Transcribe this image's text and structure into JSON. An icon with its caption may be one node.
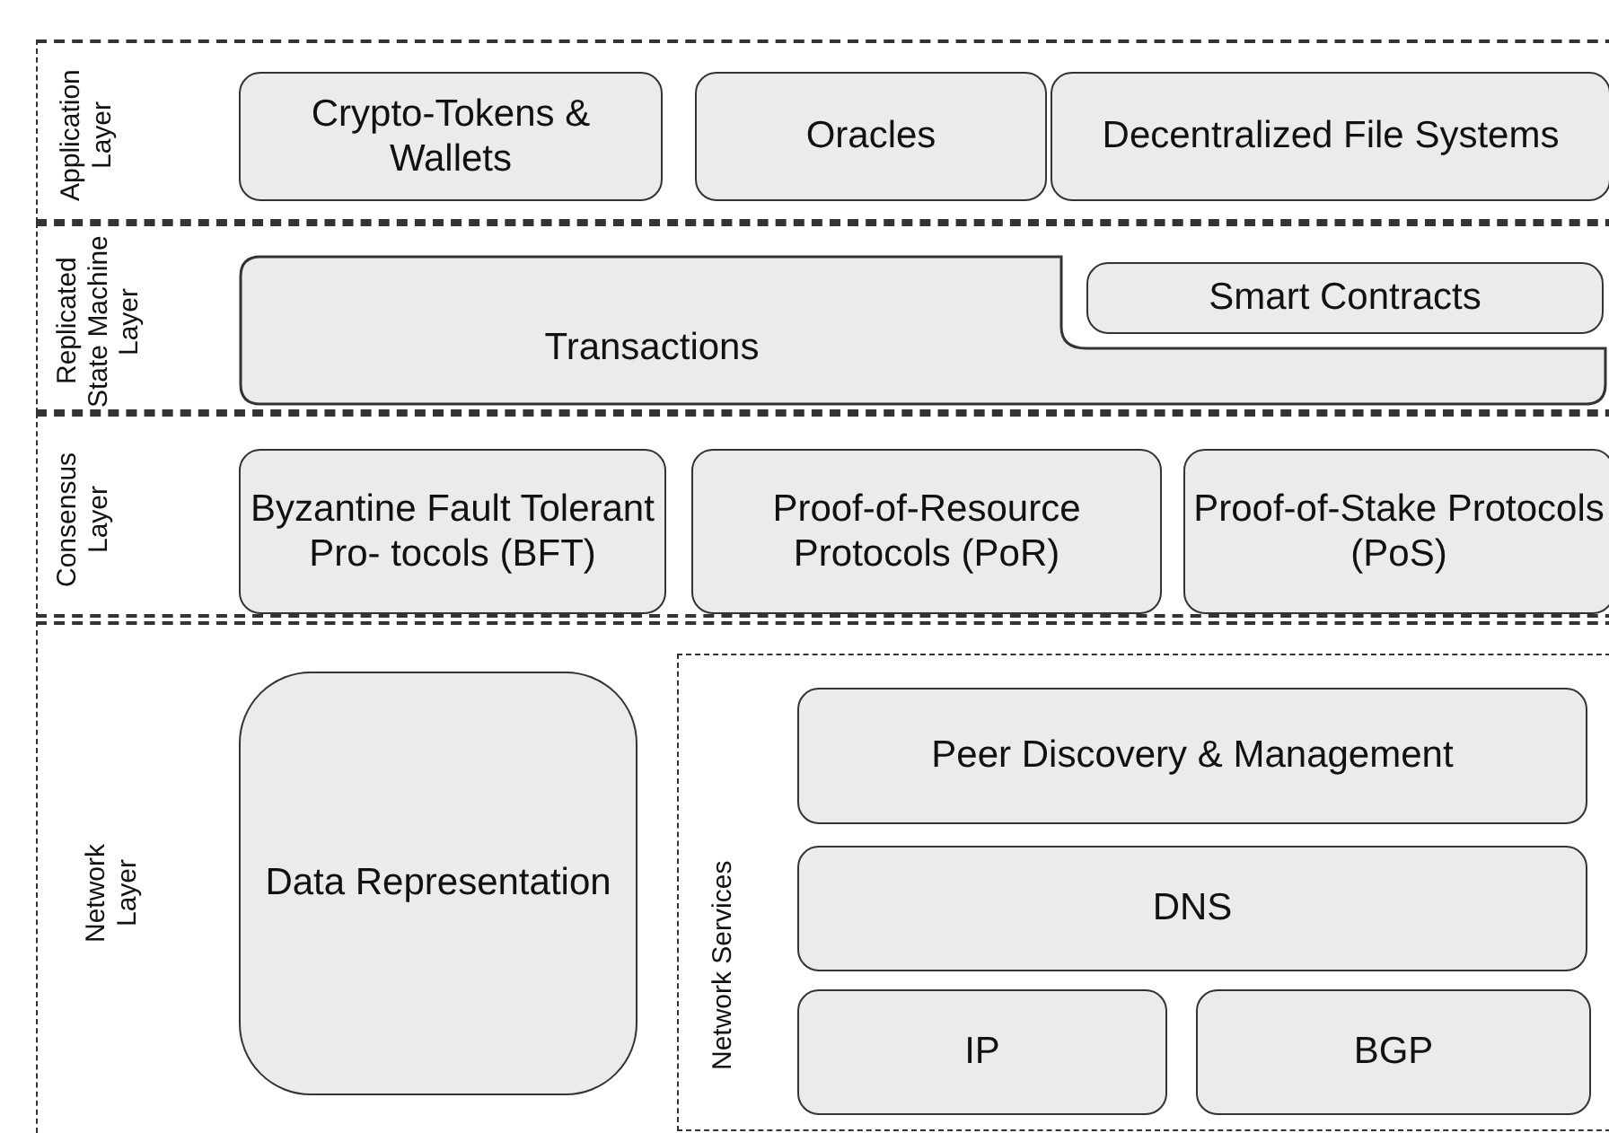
{
  "diagram": {
    "nodes": [
      {
        "text": [
          "Application Layer"
        ]
      },
      {
        "text": [
          "Crypto-Tokens & Wallets"
        ],
        "in": 0
      },
      {
        "text": [
          "Oracles"
        ],
        "in": 0
      },
      {
        "text": [
          "Decentralized File Systems"
        ],
        "in": 0
      },
      {
        "text": [
          "Replicated State Machine Layer"
        ]
      },
      {
        "text": [
          "Transactions"
        ],
        "in": 4
      },
      {
        "text": [
          "Smart Contracts"
        ],
        "in": 4
      },
      {
        "text": [
          "Consensus Layer"
        ]
      },
      {
        "text": [
          "Byzantine Fault Tolerant Pro- tocols (BFT)"
        ],
        "in": 7
      },
      {
        "text": [
          "Proof-of-Resource Protocols (PoR)"
        ],
        "in": 7
      },
      {
        "text": [
          "Proof-of-Stake Protocols (PoS)"
        ],
        "in": 7
      },
      {
        "text": [
          "Network Layer"
        ]
      },
      {
        "text": [
          "Data Representation"
        ],
        "in": 11
      },
      {
        "text": [
          "Network Services"
        ],
        "in": 11
      },
      {
        "text": [
          "Peer Discovery & Management"
        ],
        "in": 13
      },
      {
        "text": [
          "DNS"
        ],
        "in": 13
      },
      {
        "text": [
          "IP"
        ],
        "in": 13
      },
      {
        "text": [
          "BGP"
        ],
        "in": 13
      }
    ]
  }
}
